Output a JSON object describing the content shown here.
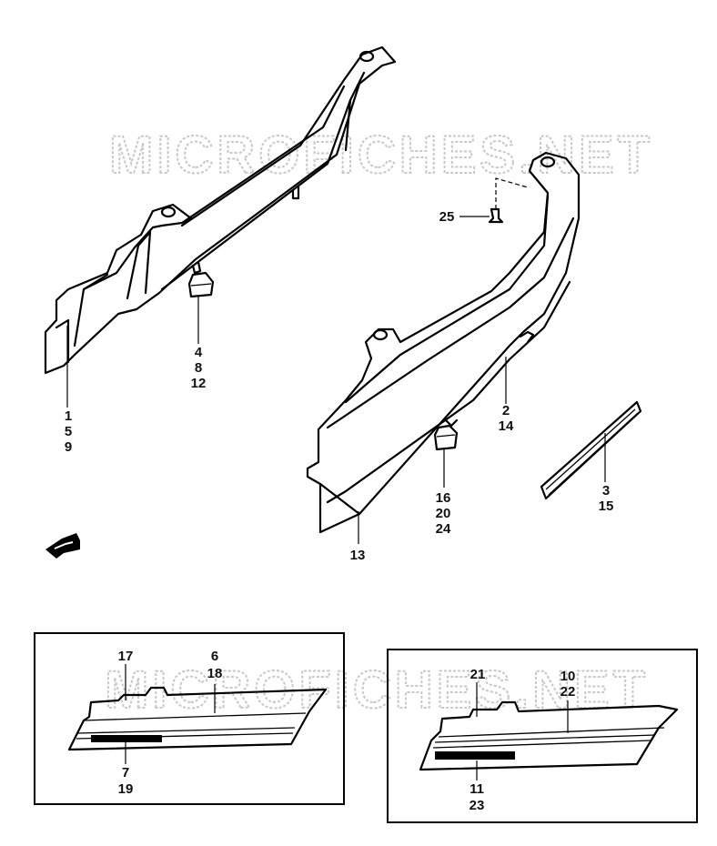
{
  "watermark": {
    "text": "MICROFICHES.NET"
  },
  "callouts": {
    "frame_cover_left": [
      "1",
      "5",
      "9"
    ],
    "cushion_left": [
      "4",
      "8",
      "12"
    ],
    "frame_cover_right": [
      "2",
      "14"
    ],
    "emblem": [
      "3",
      "15"
    ],
    "cushion_right": [
      "16",
      "20",
      "24"
    ],
    "lower_edge": [
      "13"
    ],
    "screw": [
      "25"
    ],
    "stripe_left_top": [
      "17"
    ],
    "stripe_left_main": [
      "6",
      "18"
    ],
    "stripe_left_bottom": [
      "7",
      "19"
    ],
    "stripe_right_top": [
      "21"
    ],
    "stripe_right_main": [
      "10",
      "22"
    ],
    "stripe_right_bottom": [
      "11",
      "23"
    ]
  },
  "icons": {
    "direction": "front-direction-arrow-icon"
  }
}
